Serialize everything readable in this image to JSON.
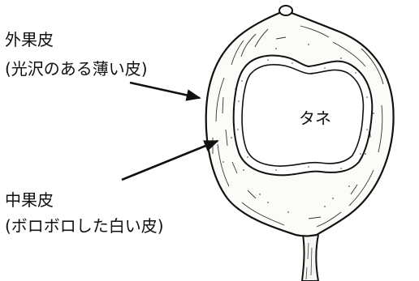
{
  "labels": {
    "outer_title": "外果皮",
    "outer_desc": "(光沢のある薄い皮)",
    "seed": "タネ",
    "middle_title": "中果皮",
    "middle_desc": "(ボロボロした白い皮)"
  },
  "colors": {
    "ink": "#111111",
    "background": "#ffffff"
  },
  "icons": {
    "fruit": "fruit-cross-section-drawing",
    "arrow": "arrow-pointer"
  }
}
